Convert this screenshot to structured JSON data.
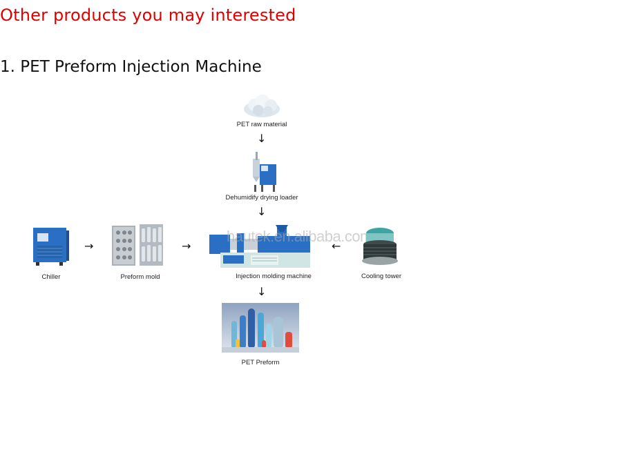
{
  "headings": {
    "section_title": "Other products you may interested",
    "item_title": "1. PET Preform Injection Machine"
  },
  "diagram": {
    "nodes": {
      "raw_material": "PET raw material",
      "dryer": "Dehumidify drying loader",
      "chiller": "Chiller",
      "mold": "Preform mold",
      "injection": "Injection molding machine",
      "cooling": "Cooling tower",
      "preform": "PET Preform"
    },
    "watermark": "hautek.en.alibaba.com"
  },
  "colors": {
    "heading_red": "#e00000",
    "machine_blue": "#2a6fc4",
    "text": "#222222"
  }
}
